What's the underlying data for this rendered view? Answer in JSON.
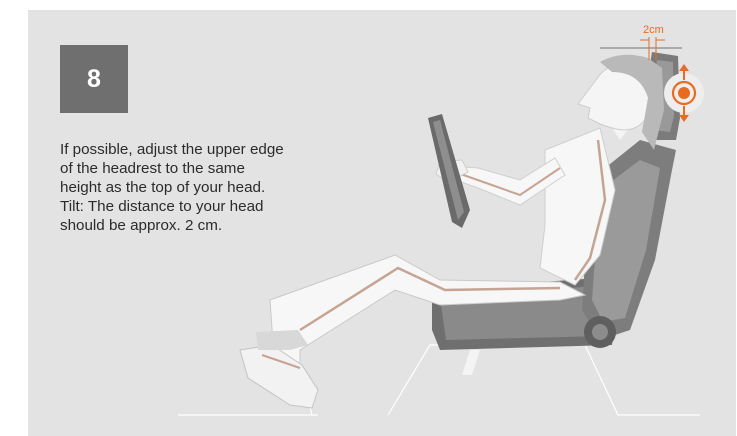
{
  "step": {
    "number": "8"
  },
  "instruction": {
    "lines": [
      "If possible, adjust the upper edge",
      "of the headrest to the same",
      "height as the top of your head.",
      "Tilt: The distance to your head",
      "should be approx. 2 cm."
    ]
  },
  "illustration": {
    "measure_label": "2cm",
    "icons": [
      "driver-figure",
      "car-seat",
      "headrest",
      "steering-wheel",
      "headrest-adjust-icon"
    ]
  },
  "colors": {
    "background": "#e3e3e3",
    "badge": "#6f6f6f",
    "accent": "#e86c1f",
    "seat": "#7d7d7d",
    "figure": "#f7f7f7",
    "figure_line": "#c5a493"
  }
}
